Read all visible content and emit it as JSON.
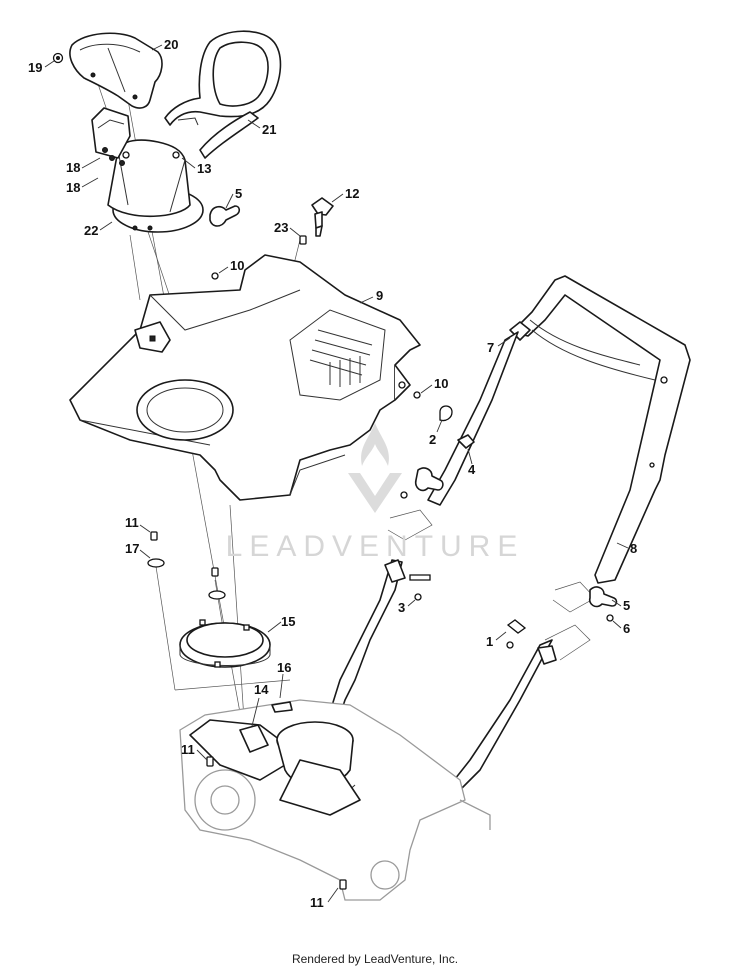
{
  "diagram": {
    "watermark_text": "LEADVENTURE",
    "credit": "Rendered by LeadVenture, Inc.",
    "callouts": [
      {
        "id": "c19",
        "label": "19"
      },
      {
        "id": "c20",
        "label": "20"
      },
      {
        "id": "c21",
        "label": "21"
      },
      {
        "id": "c18a",
        "label": "18"
      },
      {
        "id": "c18b",
        "label": "18"
      },
      {
        "id": "c13",
        "label": "13"
      },
      {
        "id": "c5a",
        "label": "5"
      },
      {
        "id": "c22",
        "label": "22"
      },
      {
        "id": "c12",
        "label": "12"
      },
      {
        "id": "c23",
        "label": "23"
      },
      {
        "id": "c10a",
        "label": "10"
      },
      {
        "id": "c9",
        "label": "9"
      },
      {
        "id": "c7",
        "label": "7"
      },
      {
        "id": "c10b",
        "label": "10"
      },
      {
        "id": "c2",
        "label": "2"
      },
      {
        "id": "c4",
        "label": "4"
      },
      {
        "id": "c11a",
        "label": "11"
      },
      {
        "id": "c17",
        "label": "17"
      },
      {
        "id": "c8",
        "label": "8"
      },
      {
        "id": "c3",
        "label": "3"
      },
      {
        "id": "c5b",
        "label": "5"
      },
      {
        "id": "c6",
        "label": "6"
      },
      {
        "id": "c15",
        "label": "15"
      },
      {
        "id": "c1",
        "label": "1"
      },
      {
        "id": "c16",
        "label": "16"
      },
      {
        "id": "c14",
        "label": "14"
      },
      {
        "id": "c11b",
        "label": "11"
      },
      {
        "id": "c11c",
        "label": "11"
      }
    ]
  }
}
